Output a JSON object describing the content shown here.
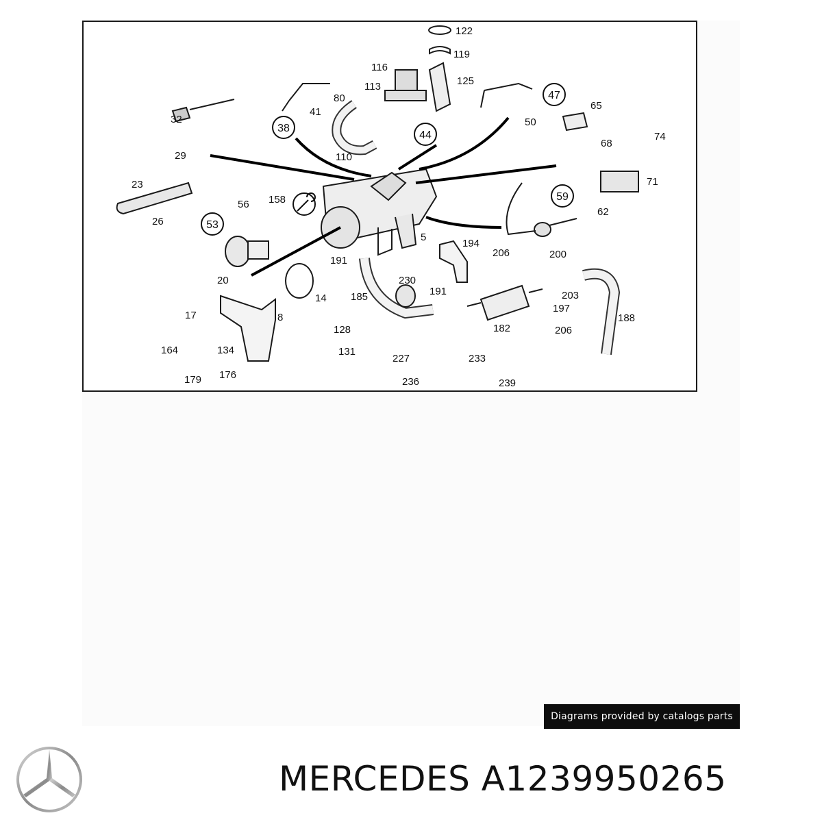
{
  "diagram": {
    "callouts": [
      "122",
      "119",
      "116",
      "125",
      "113",
      "80",
      "47",
      "65",
      "41",
      "38",
      "44",
      "50",
      "74",
      "32",
      "68",
      "29",
      "110",
      "71",
      "23",
      "56",
      "59",
      "158",
      "62",
      "26",
      "53",
      "5",
      "194",
      "206",
      "200",
      "191",
      "20",
      "14",
      "230",
      "191",
      "185",
      "203",
      "197",
      "188",
      "17",
      "128",
      "182",
      "206",
      "8",
      "164",
      "134",
      "131",
      "227",
      "233",
      "179",
      "176",
      "236",
      "239"
    ],
    "circled_callouts": [
      "47",
      "38",
      "44",
      "59",
      "53"
    ]
  },
  "credit": "Diagrams provided by catalogs parts",
  "part": {
    "brand": "MERCEDES",
    "number": "A1239950265",
    "title": "MERCEDES A1239950265"
  },
  "logo": {
    "icon": "mercedes-star-icon"
  }
}
